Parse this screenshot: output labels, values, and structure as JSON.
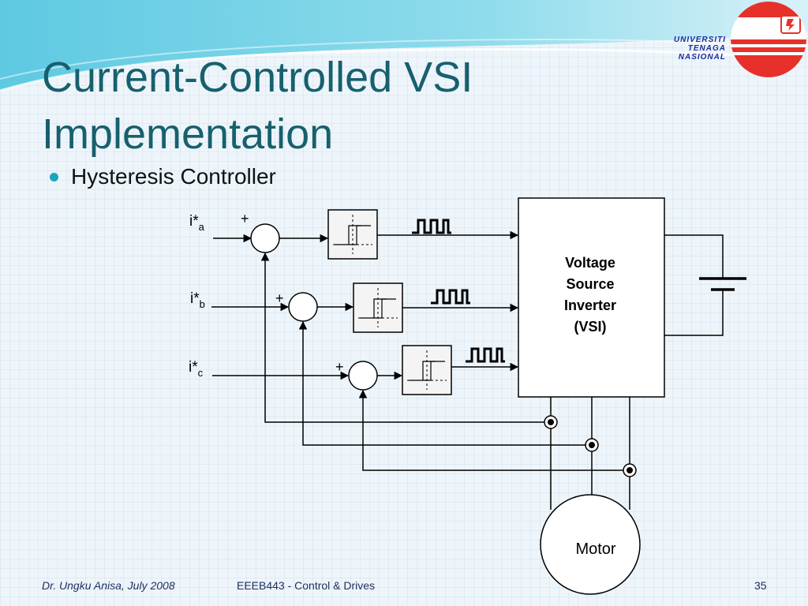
{
  "slide": {
    "title_line1": "Current-Controlled VSI",
    "title_line2": "Implementation",
    "bullet": "Hysteresis Controller"
  },
  "logo": {
    "line1": "UNIVERSITI",
    "line2": "TENAGA",
    "line3": "NASIONAL",
    "brand_color": "#1a2f9e",
    "accent_color": "#e8302b"
  },
  "diagram": {
    "input_a": "i*",
    "input_a_sub": "a",
    "input_b": "i*",
    "input_b_sub": "b",
    "input_c": "i*",
    "input_c_sub": "c",
    "plus_sign": "+",
    "vsi_line1": "Voltage",
    "vsi_line2": "Source",
    "vsi_line3": "Inverter",
    "vsi_line4": "(VSI)",
    "motor_label": "Motor"
  },
  "footer": {
    "author": "Dr. Ungku Anisa, July 2008",
    "course": "EEEB443 - Control & Drives",
    "page": "35"
  },
  "colors": {
    "title": "#17606e",
    "bullet": "#1aa5bf",
    "footer": "#1b2f5e"
  }
}
